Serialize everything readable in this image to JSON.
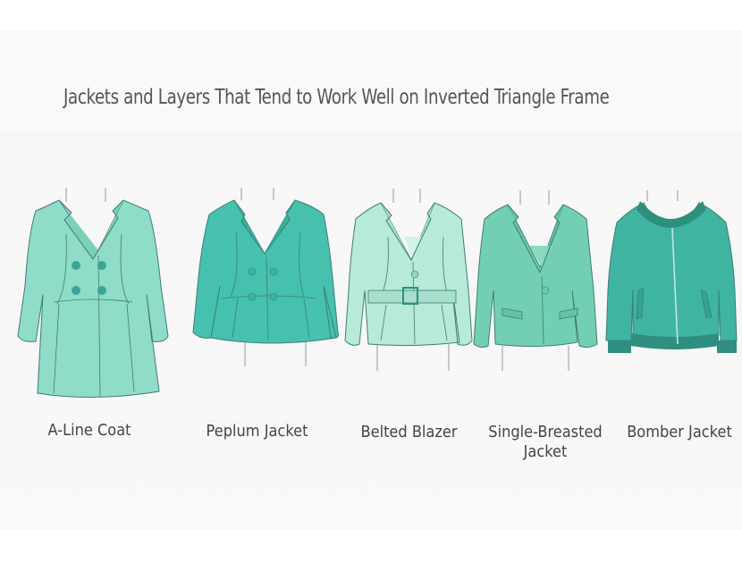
{
  "title": "Jackets and Layers That Tend to Work Well on Inverted Triangle Frame",
  "colors": {
    "background": "#f8f8f8",
    "title_text": "#555555",
    "label_text": "#444444",
    "outline": "#3f7d74"
  },
  "garments": [
    {
      "label": "A-Line Coat",
      "fill": "#8fdcc8",
      "shade": "#7ccfb9",
      "button_color": "#3aa596"
    },
    {
      "label": "Peplum Jacket",
      "fill": "#45c1ad",
      "shade": "#36b09d",
      "button_color": "#3ab4a0"
    },
    {
      "label": "Belted Blazer",
      "fill": "#b7ead9",
      "shade": "#a6e0cd",
      "button_color": "#8fd6c1"
    },
    {
      "label": "Single-Breasted Jacket",
      "label_line1": "Single-Breasted",
      "label_line2": "Jacket",
      "fill": "#72cfb3",
      "shade": "#62c3a6",
      "button_color": "#6ccbae"
    },
    {
      "label": "Bomber Jacket",
      "fill": "#3fb5a1",
      "shade": "#33a592",
      "rib_color": "#2e8f80"
    }
  ]
}
